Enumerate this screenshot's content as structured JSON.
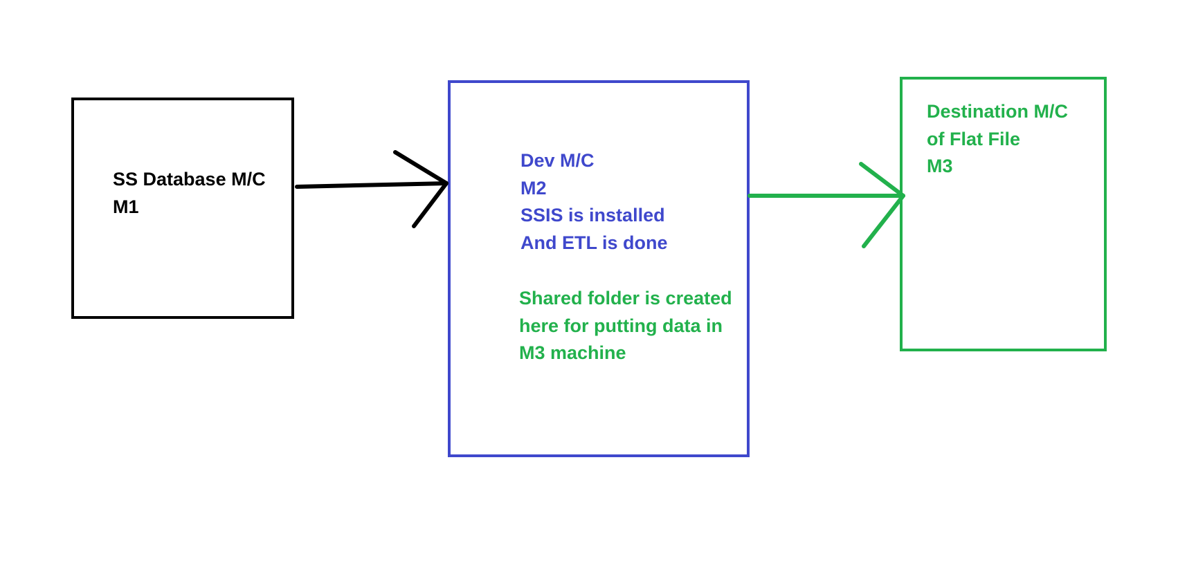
{
  "nodes": {
    "m1": {
      "lines": [
        "SS Database M/C",
        "M1"
      ],
      "color": "#000000"
    },
    "m2": {
      "lines": [
        "Dev M/C",
        "M2",
        "SSIS is installed",
        "And ETL is done"
      ],
      "note_lines": [
        "Shared folder is created",
        "here for putting data in",
        "M3 machine"
      ],
      "color": "#3f48cc",
      "note_color": "#22b14c"
    },
    "m3": {
      "lines": [
        "Destination M/C",
        "of Flat File",
        "M3"
      ],
      "color": "#22b14c"
    }
  },
  "edges": [
    {
      "from": "m1",
      "to": "m2",
      "color": "#000000"
    },
    {
      "from": "m2",
      "to": "m3",
      "color": "#22b14c"
    }
  ]
}
